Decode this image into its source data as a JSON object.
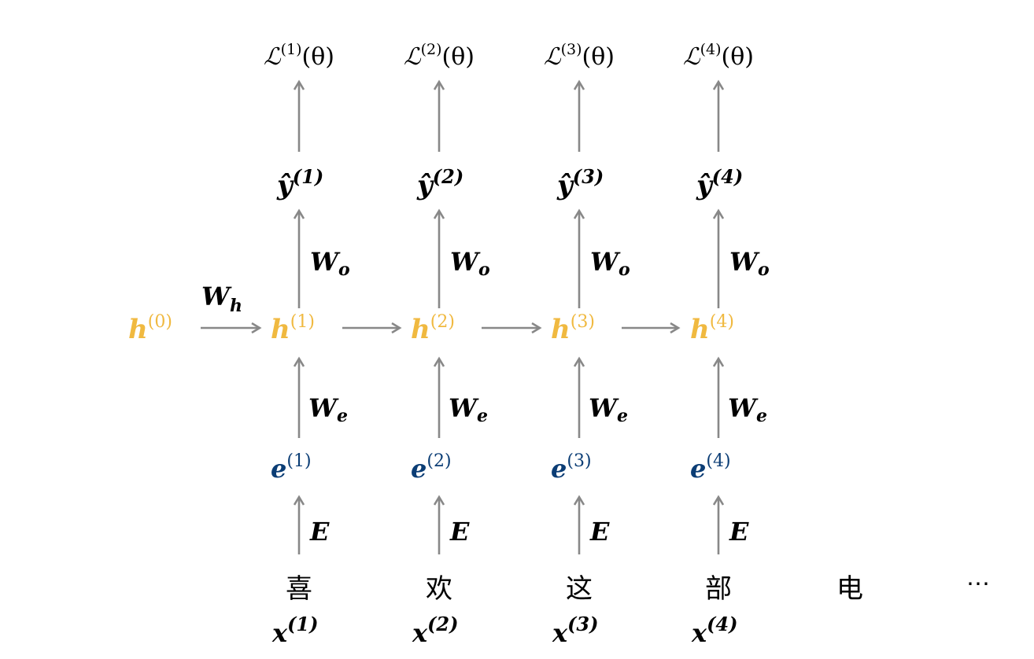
{
  "colors": {
    "hidden": "#f0b940",
    "embedding": "#0b3d75",
    "arrow": "#888888",
    "text": "#000000"
  },
  "initial_hidden": {
    "base": "h",
    "sup": "(0)"
  },
  "recurrent_weight": {
    "base": "W",
    "sub": "h"
  },
  "steps": [
    {
      "loss": "ℒ",
      "loss_sup": "(1)",
      "loss_arg": "(θ)",
      "yhat": "ŷ",
      "yhat_sup": "(1)",
      "output_weight": "W",
      "output_sub": "o",
      "hidden": "h",
      "hidden_sup": "(1)",
      "embed_weight": "W",
      "embed_sub": "e",
      "embedding": "e",
      "embedding_sup": "(1)",
      "lookup": "E",
      "token": "喜",
      "input": "x",
      "input_sup": "(1)"
    },
    {
      "loss": "ℒ",
      "loss_sup": "(2)",
      "loss_arg": "(θ)",
      "yhat": "ŷ",
      "yhat_sup": "(2)",
      "output_weight": "W",
      "output_sub": "o",
      "hidden": "h",
      "hidden_sup": "(2)",
      "embed_weight": "W",
      "embed_sub": "e",
      "embedding": "e",
      "embedding_sup": "(2)",
      "lookup": "E",
      "token": "欢",
      "input": "x",
      "input_sup": "(2)"
    },
    {
      "loss": "ℒ",
      "loss_sup": "(3)",
      "loss_arg": "(θ)",
      "yhat": "ŷ",
      "yhat_sup": "(3)",
      "output_weight": "W",
      "output_sub": "o",
      "hidden": "h",
      "hidden_sup": "(3)",
      "embed_weight": "W",
      "embed_sub": "e",
      "embedding": "e",
      "embedding_sup": "(3)",
      "lookup": "E",
      "token": "这",
      "input": "x",
      "input_sup": "(3)"
    },
    {
      "loss": "ℒ",
      "loss_sup": "(4)",
      "loss_arg": "(θ)",
      "yhat": "ŷ",
      "yhat_sup": "(4)",
      "output_weight": "W",
      "output_sub": "o",
      "hidden": "h",
      "hidden_sup": "(4)",
      "embed_weight": "W",
      "embed_sub": "e",
      "embedding": "e",
      "embedding_sup": "(4)",
      "lookup": "E",
      "token": "部",
      "input": "x",
      "input_sup": "(4)"
    }
  ],
  "extra_tokens": [
    "电",
    "⋯"
  ]
}
